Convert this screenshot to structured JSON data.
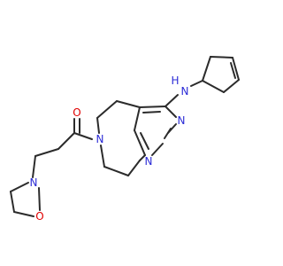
{
  "colors": {
    "bond": "#2b2b2b",
    "nitrogen": "#2b2bd6",
    "oxygen": "#e00000",
    "background": "#ffffff"
  },
  "atoms": {
    "nh": {
      "element": "N",
      "text": "N",
      "color": "nitrogen"
    },
    "nh_h": {
      "element": "H",
      "text": "H",
      "color": "nitrogen"
    },
    "n_pyr_upper": {
      "element": "N",
      "text": "N",
      "color": "nitrogen"
    },
    "n_pyr_lower": {
      "element": "N",
      "text": "N",
      "color": "nitrogen"
    },
    "n_azepane": {
      "element": "N",
      "text": "N",
      "color": "nitrogen"
    },
    "o_carbonyl": {
      "element": "O",
      "text": "O",
      "color": "oxygen"
    },
    "n_isoxazolidine": {
      "element": "N",
      "text": "N",
      "color": "nitrogen"
    },
    "o_isoxazolidine": {
      "element": "O",
      "text": "O",
      "color": "oxygen"
    }
  }
}
